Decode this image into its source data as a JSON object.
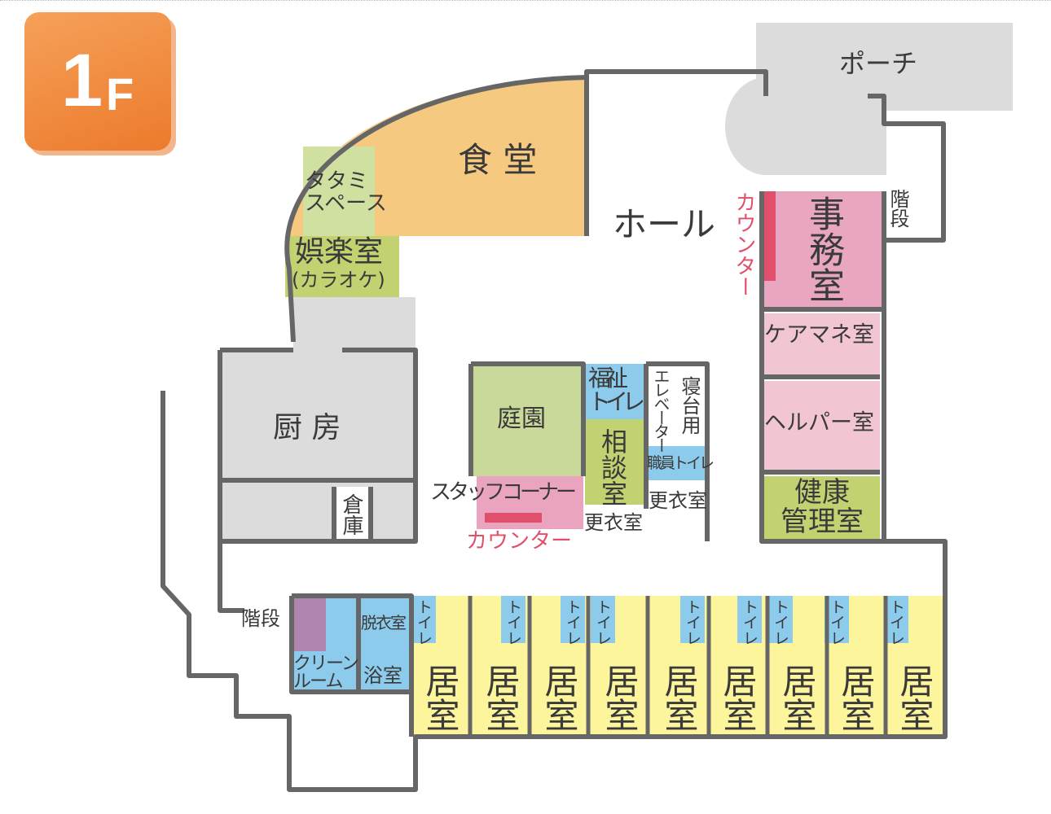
{
  "floor_badge": {
    "number": "1",
    "suffix": "F"
  },
  "colors": {
    "badge": "#ec7a2c",
    "dining": "#f5c980",
    "green": "#c3d271",
    "garden": "#c9d99a",
    "grey": "#dcdcdc",
    "office": "#e8a6c1",
    "pink_light": "#f2c5d2",
    "blue": "#8ccbec",
    "yellow": "#fdf59c",
    "purple": "#b085b0",
    "counter": "#e0506a",
    "wall": "#666666"
  },
  "rooms": {
    "porch": "ポーチ",
    "dining": "食 堂",
    "tatami": "タタミ\nスペース",
    "karaoke": "娯楽室",
    "karaoke_sub": "(カラオケ)",
    "hall": "ホール",
    "counter_office": "カウンター",
    "office": "事務室",
    "stairs_ne": "階段",
    "caremanager": "ケアマネ室",
    "helper": "ヘルパー室",
    "health": "健康\n管理室",
    "kitchen": "厨 房",
    "storage": "倉庫",
    "garden": "庭園",
    "welfare_toilet": "福祉\nトイレ",
    "consult": "相談室",
    "elevator": "エレベーター",
    "bed_use": "寝台用",
    "staff_toilet": "職員トイレ",
    "locker_1": "更衣室",
    "locker_2": "更衣室",
    "staff_corner": "スタッフコーナー",
    "counter_staff": "カウンター",
    "stairs_sw": "階段",
    "clean_room": "クリーン\nルーム",
    "undress": "脱衣室",
    "bath": "浴室",
    "toilet": "トイレ",
    "living": "居室"
  },
  "living_rooms": [
    "居室",
    "居室",
    "居室",
    "居室",
    "居室",
    "居室",
    "居室",
    "居室",
    "居室"
  ],
  "toilets": [
    "トイレ",
    "トイレ",
    "トイレ",
    "トイレ",
    "トイレ",
    "トイレ",
    "トイレ",
    "トイレ",
    "トイレ"
  ]
}
